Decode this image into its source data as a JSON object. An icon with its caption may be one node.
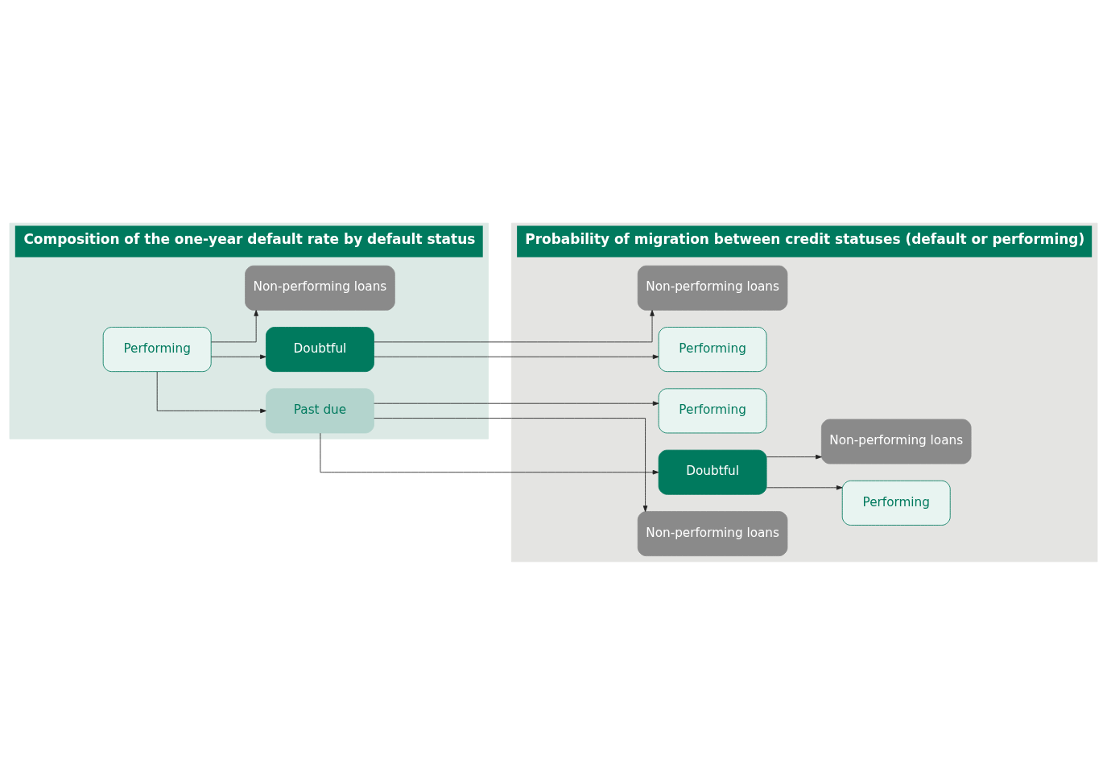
{
  "diagram": {
    "nodes": [
      {
        "text": [
          "Composition of the one-year default rate by default status"
        ]
      },
      {
        "text": [
          "Probability of migration between credit statuses (default or performing)"
        ]
      },
      {
        "text": [
          "Performing"
        ],
        "in": 0
      },
      {
        "text": [
          "Past due"
        ],
        "in": 0
      },
      {
        "text": [
          "Doubtful"
        ],
        "in": 0
      },
      {
        "text": [
          "Non-performing loans"
        ],
        "in": 0
      },
      {
        "text": [
          "Performing"
        ],
        "in": 1
      },
      {
        "text": [
          "Doubtful"
        ],
        "in": 1
      },
      {
        "text": [
          "Non-performing loans"
        ],
        "in": 1
      },
      {
        "text": [
          "Performing"
        ],
        "in": 1
      },
      {
        "text": [
          "Non-performing loans"
        ],
        "in": 1
      },
      {
        "text": [
          "Performing"
        ],
        "in": 1
      },
      {
        "text": [
          "Non-performing loans"
        ],
        "in": 1
      }
    ],
    "edges": [
      {
        "from": 2,
        "to": 3,
        "arrow": "to"
      },
      {
        "from": 2,
        "to": 4,
        "arrow": "to"
      },
      {
        "from": 2,
        "to": 5,
        "arrow": "to"
      },
      {
        "from": 3,
        "to": 6,
        "arrow": "to"
      },
      {
        "from": 3,
        "to": 7,
        "arrow": "to"
      },
      {
        "from": 3,
        "to": 8,
        "arrow": "to"
      },
      {
        "from": 7,
        "to": 9,
        "arrow": "to"
      },
      {
        "from": 7,
        "to": 10,
        "arrow": "to"
      },
      {
        "from": 4,
        "to": 11,
        "arrow": "to"
      },
      {
        "from": 4,
        "to": 12,
        "arrow": "to"
      }
    ]
  }
}
